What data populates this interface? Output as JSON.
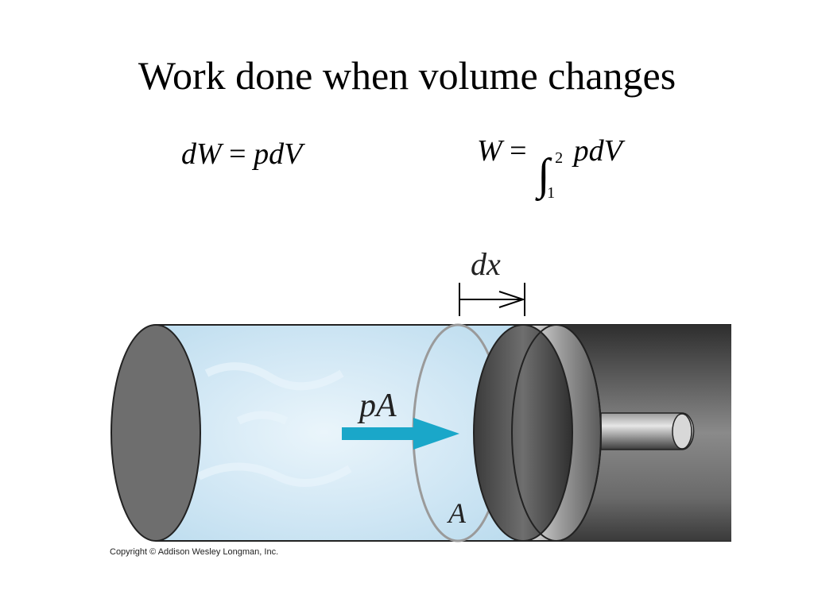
{
  "slide": {
    "title": "Work done when volume changes"
  },
  "equations": {
    "differential": {
      "lhs": "dW",
      "equals": "=",
      "rhs": "pdV"
    },
    "integral": {
      "lhs": "W",
      "equals": "=",
      "integral_sign": "∫",
      "upper_limit": "2",
      "lower_limit": "1",
      "integrand": "pdV"
    }
  },
  "diagram": {
    "label_displacement": "dx",
    "label_force": "pA",
    "label_area": "A",
    "colors": {
      "gas": "#cfe6f4",
      "arrow": "#1aa7c9",
      "piston_dark": "#4a4a4a",
      "cylinder_end": "#6e6e6e"
    }
  },
  "footer": {
    "copyright": "Copyright © Addison Wesley Longman, Inc."
  }
}
